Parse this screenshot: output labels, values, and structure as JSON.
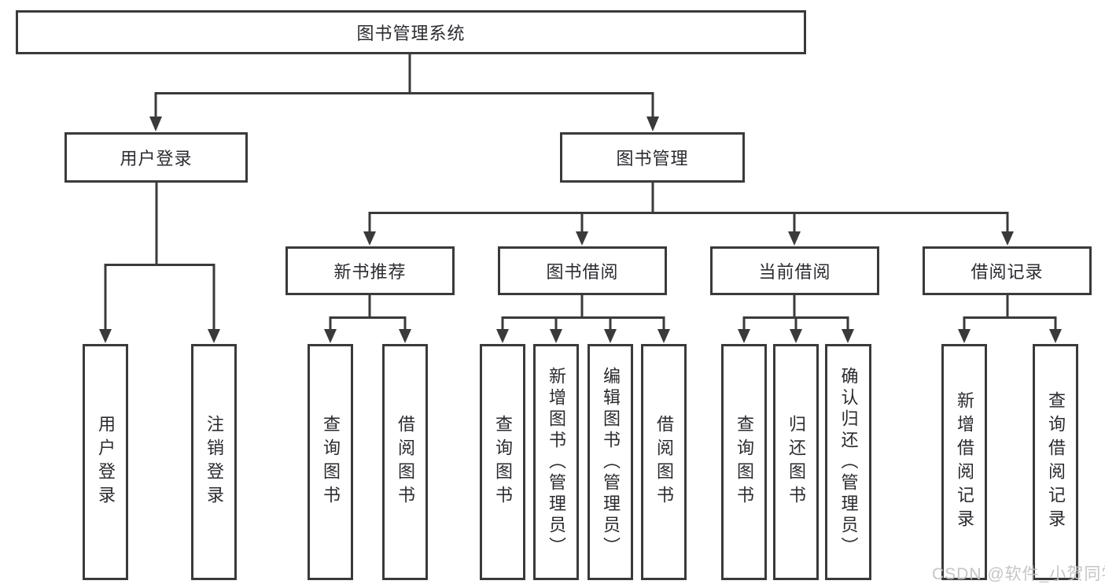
{
  "diagram_title": "图书管理系统",
  "tree": {
    "root": {
      "label": "图书管理系统"
    },
    "branches": [
      {
        "label": "用户登录",
        "children": [
          {
            "label": "用户登录"
          },
          {
            "label": "注销登录"
          }
        ]
      },
      {
        "label": "图书管理",
        "children": [
          {
            "label": "新书推荐",
            "children": [
              {
                "label": "查询图书"
              },
              {
                "label": "借阅图书"
              }
            ]
          },
          {
            "label": "图书借阅",
            "children": [
              {
                "label": "查询图书"
              },
              {
                "label": "新增图书（管理员）"
              },
              {
                "label": "编辑图书（管理员）"
              },
              {
                "label": "借阅图书"
              }
            ]
          },
          {
            "label": "当前借阅",
            "children": [
              {
                "label": "查询图书"
              },
              {
                "label": "归还图书"
              },
              {
                "label": "确认归还（管理员）"
              }
            ]
          },
          {
            "label": "借阅记录",
            "children": [
              {
                "label": "新增借阅记录"
              },
              {
                "label": "查询借阅记录"
              }
            ]
          }
        ]
      }
    ]
  },
  "colors": {
    "line": "#3a3a3a",
    "text": "#2b2b30",
    "box_background": "#ffffff",
    "watermark": "#c2c2c2"
  },
  "watermark": {
    "text": "CSDN @软件_小贺同学"
  }
}
